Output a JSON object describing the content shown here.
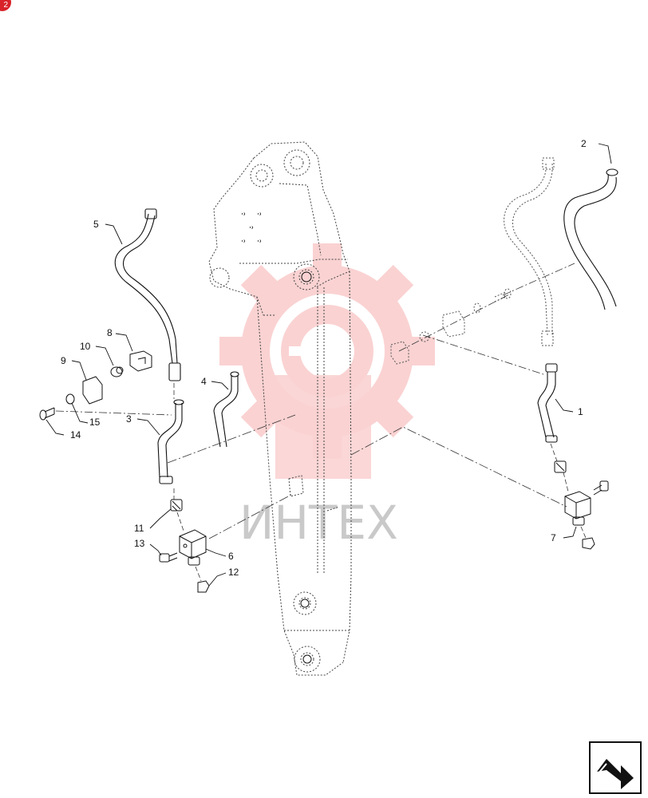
{
  "corner_badge": "2",
  "watermark": {
    "text": "ИНТЕХ",
    "logo_color": "#f59c9c"
  },
  "callouts": [
    {
      "id": "1",
      "label": "1"
    },
    {
      "id": "2",
      "label": "2"
    },
    {
      "id": "3",
      "label": "3"
    },
    {
      "id": "4",
      "label": "4"
    },
    {
      "id": "5",
      "label": "5"
    },
    {
      "id": "6",
      "label": "6"
    },
    {
      "id": "7",
      "label": "7"
    },
    {
      "id": "8",
      "label": "8"
    },
    {
      "id": "9",
      "label": "9"
    },
    {
      "id": "10",
      "label": "10"
    },
    {
      "id": "11",
      "label": "11"
    },
    {
      "id": "12",
      "label": "12"
    },
    {
      "id": "13",
      "label": "13"
    },
    {
      "id": "14",
      "label": "14"
    },
    {
      "id": "15",
      "label": "15"
    }
  ],
  "nav_button": {
    "icon": "return-arrow-icon"
  },
  "colors": {
    "line": "#111111",
    "hidden_line": "#555555",
    "accent": "#d8232a"
  }
}
